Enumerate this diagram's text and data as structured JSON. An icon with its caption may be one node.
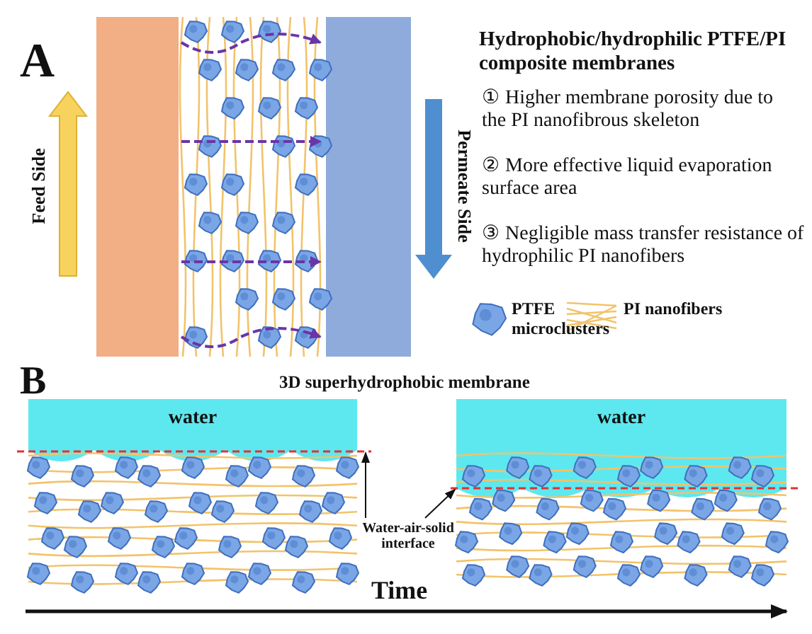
{
  "diagram": {
    "nodes": [
      {
        "text": [
          "water"
        ]
      },
      {
        "text": [
          "water"
        ]
      },
      {
        "text": [
          "Water-air-solid interface"
        ]
      },
      {
        "text": [],
        "shape": "line"
      },
      {
        "text": [],
        "shape": "line"
      }
    ],
    "edges": [
      {
        "from": 2,
        "to": 3,
        "arrow": "to"
      },
      {
        "from": 2,
        "to": 4,
        "arrow": "to"
      }
    ],
    "labels": [
      "A",
      "Hydrophobic/hydrophilic PTFE/PI composite membranes",
      "Feed Side",
      "Permeate Side",
      "① Higher membrane porosity due to the PI nanofibrous skeleton",
      "② More effective liquid evaporation surface area",
      "③ Negligible mass transfer resistance of hydrophilic PI nanofibers",
      "B",
      "3D superhydrophobic membrane",
      "Time"
    ],
    "legend": [
      {
        "text": "PTFE microclusters"
      },
      {
        "text": "PI nanofibers"
      }
    ]
  }
}
